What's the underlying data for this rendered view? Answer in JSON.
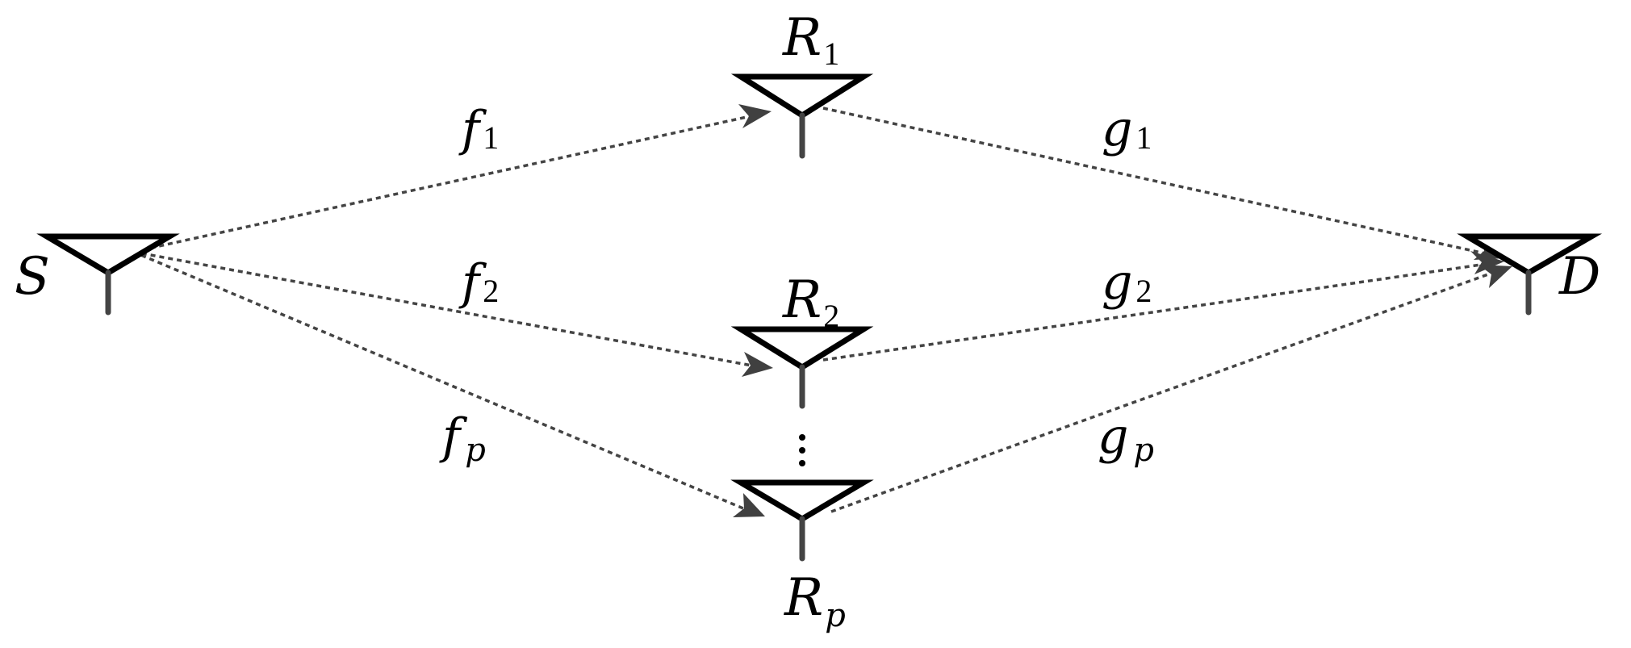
{
  "nodes": {
    "source": {
      "label": "S",
      "sub": ""
    },
    "relay1": {
      "label": "R",
      "sub": "1"
    },
    "relay2": {
      "label": "R",
      "sub": "2"
    },
    "relayp": {
      "label": "R",
      "sub": "p"
    },
    "destination": {
      "label": "D",
      "sub": ""
    }
  },
  "links": {
    "f1": {
      "label": "f",
      "sub": "1"
    },
    "f2": {
      "label": "f",
      "sub": "2"
    },
    "fp": {
      "label": "f",
      "sub": "p"
    },
    "g1": {
      "label": "g",
      "sub": "1"
    },
    "g2": {
      "label": "g",
      "sub": "2"
    },
    "gp": {
      "label": "g",
      "sub": "p"
    }
  },
  "colors": {
    "antenna_outline": "#000000",
    "feed_line": "#444444",
    "link_line": "#444444",
    "arrow_head": "#404040"
  }
}
